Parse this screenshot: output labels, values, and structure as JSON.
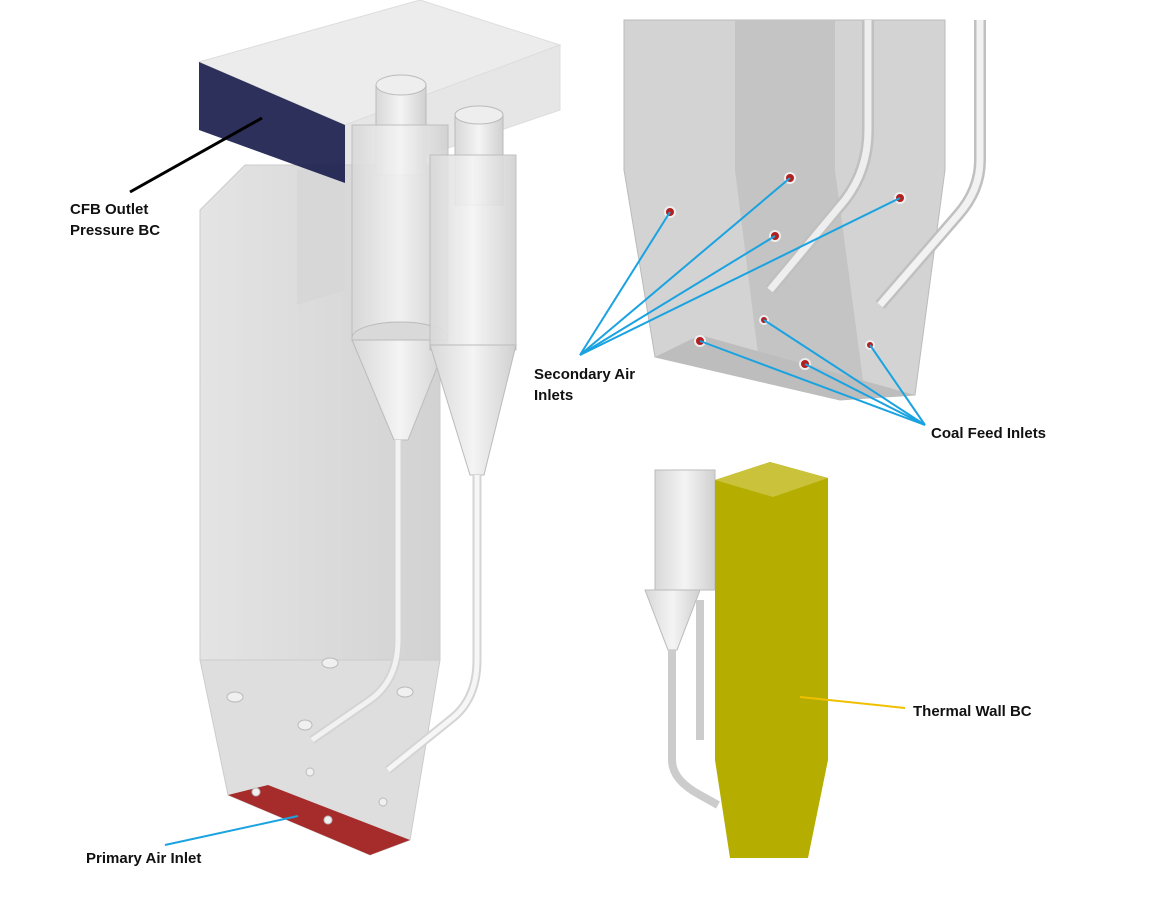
{
  "labels": {
    "cfb_outlet": "CFB Outlet Pressure BC",
    "cfb_outlet_line1": "CFB Outlet",
    "cfb_outlet_line2": "Pressure BC",
    "secondary_air": "Secondary Air Inlets",
    "secondary_air_line1": "Secondary Air",
    "secondary_air_line2": "Inlets",
    "coal_feed": "Coal Feed Inlets",
    "thermal_wall": "Thermal Wall BC",
    "primary_air": "Primary Air Inlet"
  },
  "colors": {
    "outlet_face": "#1c1e4e",
    "primary_air_face": "#a01818",
    "thermal_wall": "#b5ad00",
    "leader_blue": "#1aa3e0",
    "leader_yellow": "#f0c000",
    "leader_black": "#000000"
  }
}
